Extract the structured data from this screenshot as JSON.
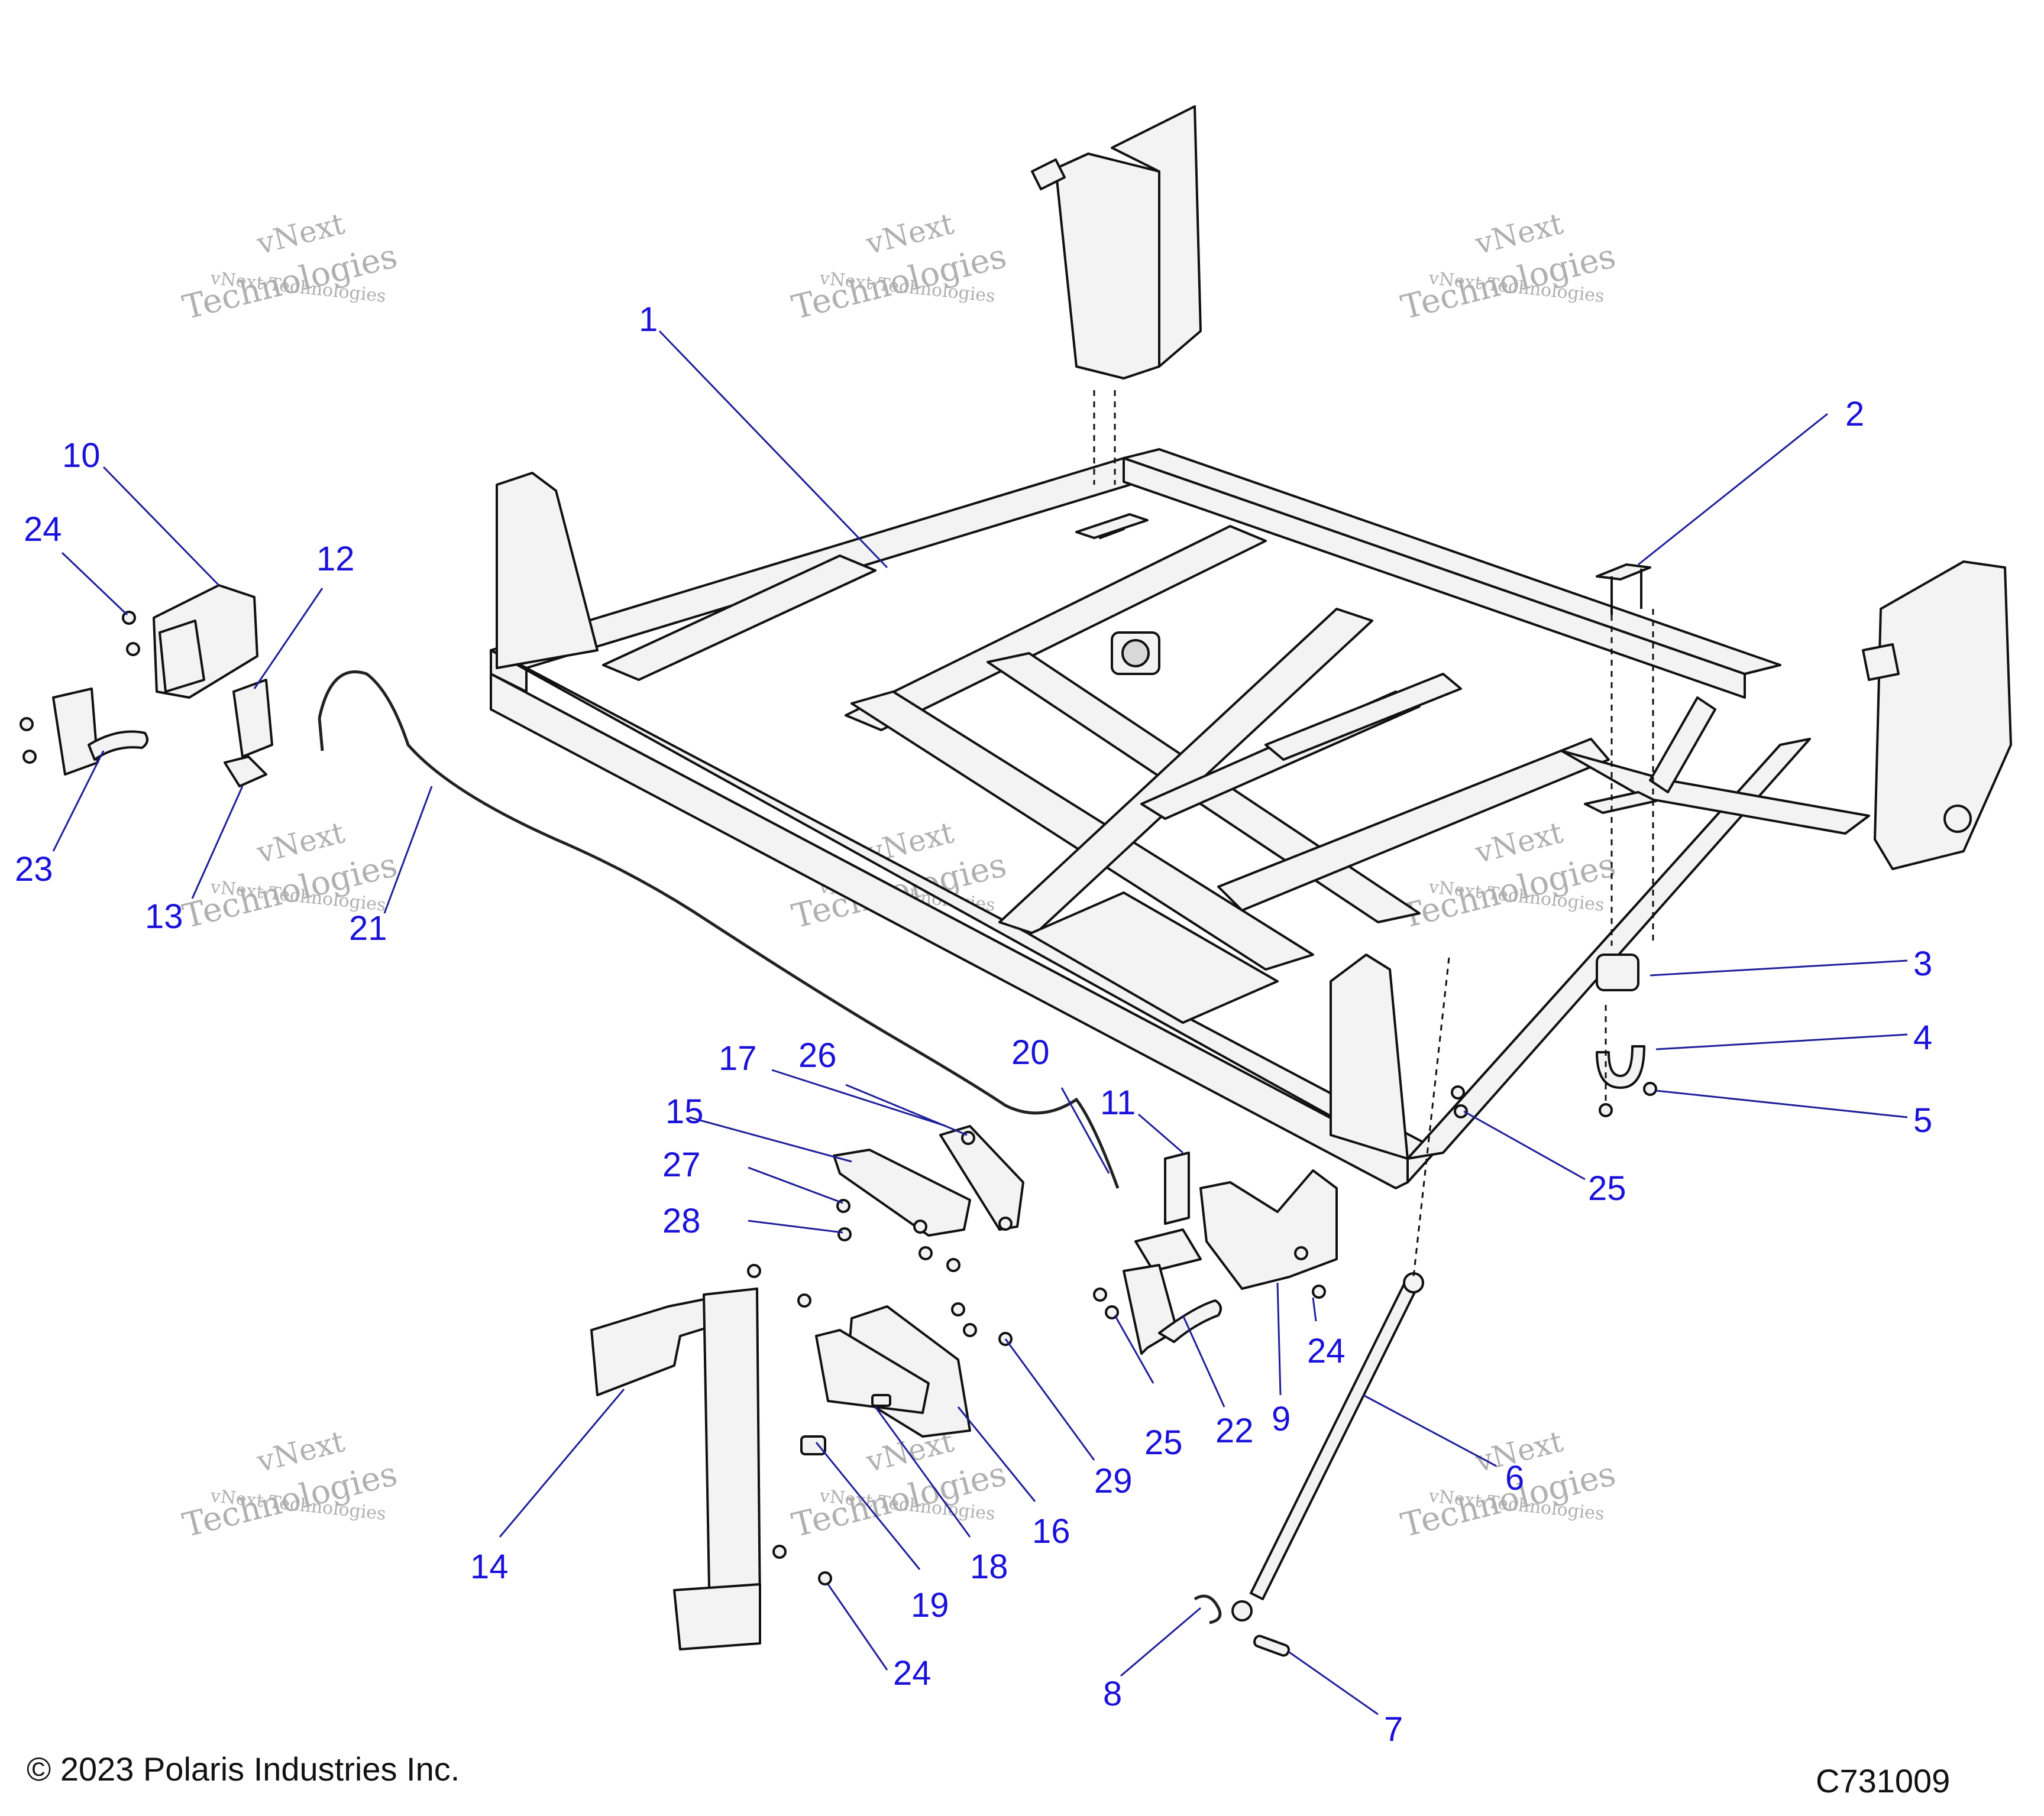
{
  "figure": {
    "copyright": "© 2023 Polaris Industries Inc.",
    "drawing_number": "C731009"
  },
  "callouts": [
    {
      "id": "c1",
      "label": "1"
    },
    {
      "id": "c2",
      "label": "2"
    },
    {
      "id": "c3",
      "label": "3"
    },
    {
      "id": "c4",
      "label": "4"
    },
    {
      "id": "c5",
      "label": "5"
    },
    {
      "id": "c6",
      "label": "6"
    },
    {
      "id": "c7",
      "label": "7"
    },
    {
      "id": "c8",
      "label": "8"
    },
    {
      "id": "c9",
      "label": "9"
    },
    {
      "id": "c10",
      "label": "10"
    },
    {
      "id": "c11",
      "label": "11"
    },
    {
      "id": "c12",
      "label": "12"
    },
    {
      "id": "c13",
      "label": "13"
    },
    {
      "id": "c14",
      "label": "14"
    },
    {
      "id": "c15",
      "label": "15"
    },
    {
      "id": "c16",
      "label": "16"
    },
    {
      "id": "c17",
      "label": "17"
    },
    {
      "id": "c18",
      "label": "18"
    },
    {
      "id": "c19",
      "label": "19"
    },
    {
      "id": "c20",
      "label": "20"
    },
    {
      "id": "c21",
      "label": "21"
    },
    {
      "id": "c22",
      "label": "22"
    },
    {
      "id": "c23",
      "label": "23"
    },
    {
      "id": "c24a",
      "label": "24"
    },
    {
      "id": "c24b",
      "label": "24"
    },
    {
      "id": "c24c",
      "label": "24"
    },
    {
      "id": "c25a",
      "label": "25"
    },
    {
      "id": "c25b",
      "label": "25"
    },
    {
      "id": "c26",
      "label": "26"
    },
    {
      "id": "c27",
      "label": "27"
    },
    {
      "id": "c28",
      "label": "28"
    },
    {
      "id": "c29",
      "label": "29"
    }
  ],
  "watermark": {
    "line1": "vNext",
    "line2": "vNext Technologies",
    "line3": "Technologies"
  },
  "colors": {
    "callout": "#1a12d9",
    "leader": "#1f1f9a",
    "line": "#111111",
    "watermark": "#b0b0b0"
  }
}
